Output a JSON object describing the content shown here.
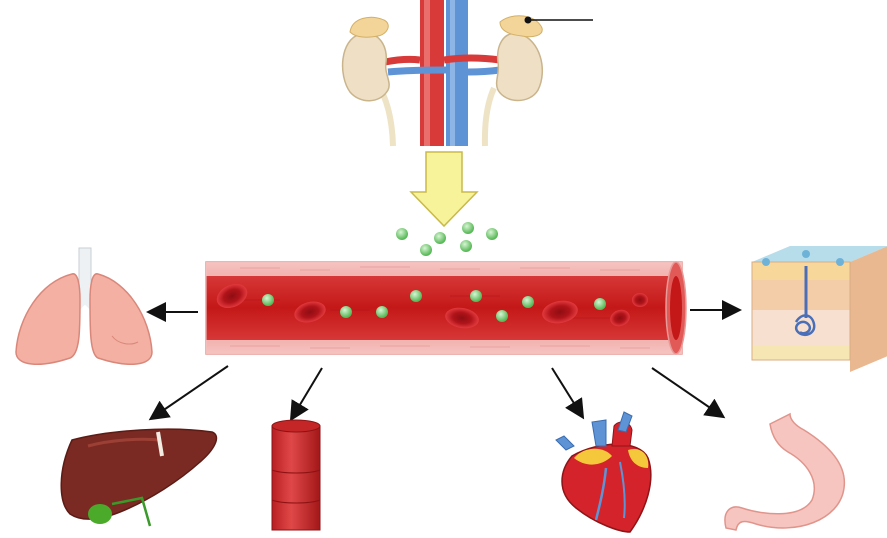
{
  "diagram": {
    "organs": [
      {
        "name": "kidneys",
        "icon": "kidneys-with-adrenal-glands-icon"
      },
      {
        "name": "lungs",
        "icon": "lungs-icon"
      },
      {
        "name": "skin",
        "icon": "skin-cross-section-icon"
      },
      {
        "name": "liver",
        "icon": "liver-icon"
      },
      {
        "name": "blood-vessel",
        "icon": "artery-segment-icon"
      },
      {
        "name": "heart",
        "icon": "heart-icon"
      },
      {
        "name": "stomach",
        "icon": "stomach-icon"
      }
    ],
    "colors": {
      "artery_red": "#d83a3a",
      "vein_blue": "#5e93d6",
      "secretion_arrow_yellow": "#f7f39a",
      "hormone_green": "#8fd68c",
      "vessel_lumen": "#c81e1e",
      "vessel_wall": "#f2b3b0",
      "liver_brown": "#7a2a22",
      "heart_red": "#d4232a",
      "lung_pink": "#f3b0a3",
      "stomach_pink": "#f7c5bf",
      "skin_tan": "#f3cda7"
    }
  }
}
